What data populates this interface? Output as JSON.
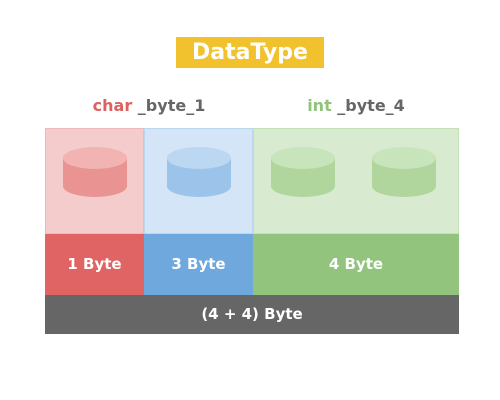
{
  "title": "DataType",
  "variables": [
    {
      "type": "char",
      "name": " _byte_1",
      "type_color": "#e06060"
    },
    {
      "type": "int",
      "name": " _byte_4",
      "type_color": "#8fc47a"
    }
  ],
  "blocks": [
    {
      "label": "1 Byte",
      "color": "#e06464",
      "light": "#f5cccc",
      "cyl": "#ee9d9d"
    },
    {
      "label": "3 Byte",
      "color": "#6fa8dc",
      "light": "#d3e5f6",
      "cyl": "#a4c9ec"
    },
    {
      "label": "4 Byte",
      "color": "#93c47d",
      "light": "#d8ebd0",
      "cyl": "#b6dba5"
    }
  ],
  "total": "(4 + 4) Byte"
}
